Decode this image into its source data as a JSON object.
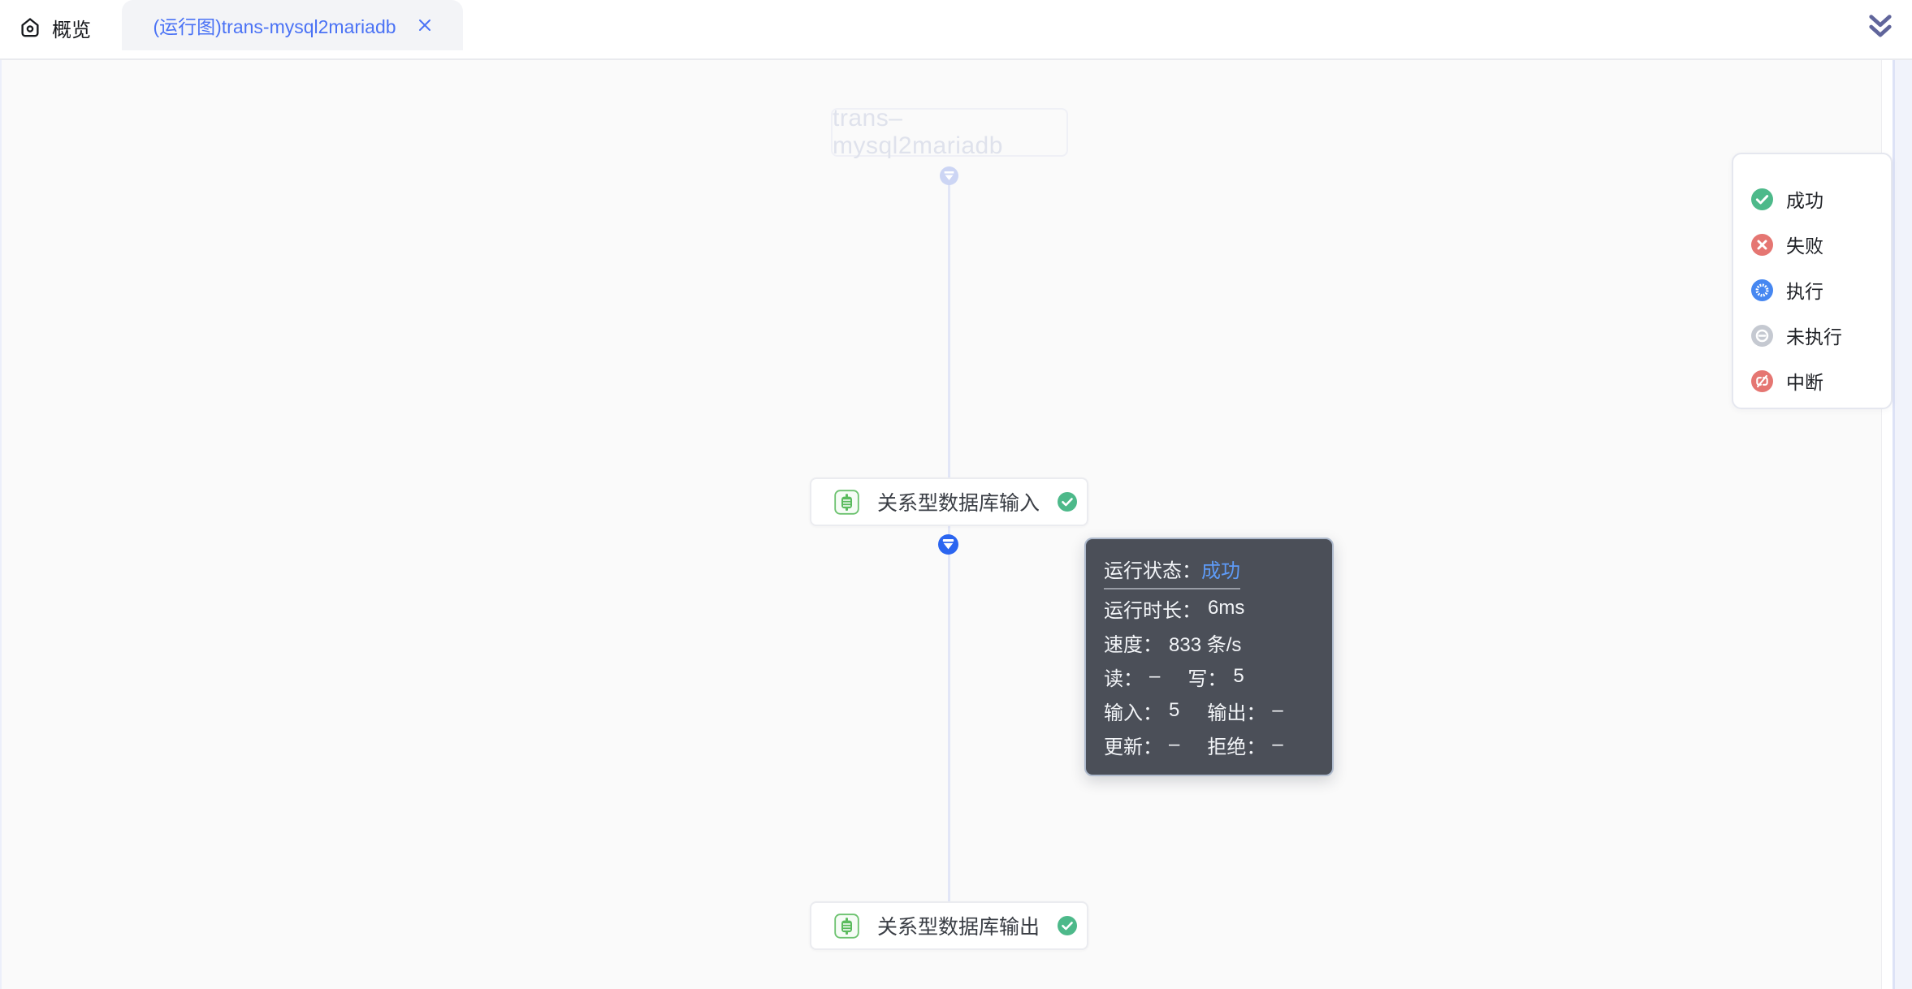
{
  "header": {
    "home_label": "概览",
    "tab_label": "(运行图)trans-mysql2mariadb"
  },
  "canvas": {
    "title": "trans–mysql2mariadb",
    "nodes": [
      {
        "label": "关系型数据库输入",
        "status": "成功"
      },
      {
        "label": "关系型数据库输出",
        "status": "成功"
      }
    ]
  },
  "tooltip": {
    "rows": [
      {
        "parts": [
          {
            "label": "运行状态：",
            "value": "成功"
          }
        ]
      },
      {
        "parts": [
          {
            "label": "运行时长：",
            "value": "6ms"
          }
        ]
      },
      {
        "parts": [
          {
            "label": "速度：",
            "value": "833 条/s"
          }
        ]
      },
      {
        "parts": [
          {
            "label": "读：",
            "value": "–"
          },
          {
            "label": "写：",
            "value": "5"
          }
        ]
      },
      {
        "parts": [
          {
            "label": "输入：",
            "value": "5"
          },
          {
            "label": "输出：",
            "value": "–"
          }
        ]
      },
      {
        "parts": [
          {
            "label": "更新：",
            "value": "–"
          },
          {
            "label": "拒绝：",
            "value": "–"
          }
        ]
      }
    ]
  },
  "legend": {
    "items": [
      {
        "label": "成功",
        "status": "success"
      },
      {
        "label": "失败",
        "status": "fail"
      },
      {
        "label": "执行",
        "status": "running"
      },
      {
        "label": "未执行",
        "status": "notrun"
      },
      {
        "label": "中断",
        "status": "interrupt"
      }
    ]
  },
  "colors": {
    "accent_blue": "#4a72f5",
    "edge_marker_blue": "#2b65f0",
    "success_green": "#4db98a",
    "node_icon_green": "#5bbb5e",
    "fail_red": "#e57672",
    "running_blue": "#4687f1",
    "pending_gray": "#c5c9d1",
    "tooltip_bg": "#4b4f58",
    "tooltip_link_blue": "#5e9bf7"
  }
}
